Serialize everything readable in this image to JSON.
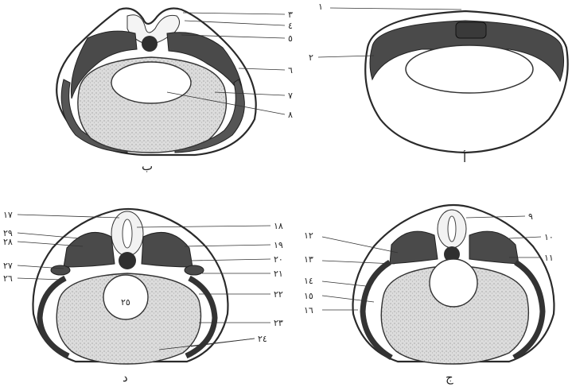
{
  "panels": {
    "top_right": {
      "caption": "أ",
      "labels": [
        "١",
        "٢"
      ]
    },
    "top_left": {
      "caption": "ب",
      "labels": [
        "٣",
        "٤",
        "٥",
        "٦",
        "٧",
        "٨"
      ]
    },
    "bottom_right": {
      "caption": "ج",
      "labels": [
        "٩",
        "١٠",
        "١١",
        "١٢",
        "١٣",
        "١٤",
        "١٥",
        "١٦"
      ]
    },
    "bottom_left": {
      "caption": "د",
      "labels": [
        "١٨",
        "١٩",
        "٢٠",
        "٢١",
        "٢٢",
        "٢٣",
        "٢٤",
        "١٧",
        "٢٩",
        "٢٨",
        "٢٧",
        "٢٦"
      ],
      "center_label": "٢٥"
    }
  },
  "colors": {
    "tissue_dark": "#4a4a4a",
    "stipple": "#e3e3e3",
    "outline": "#2a2a2a"
  }
}
